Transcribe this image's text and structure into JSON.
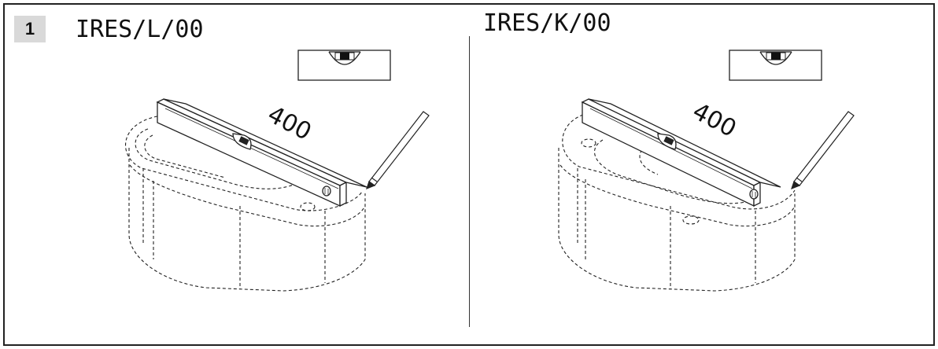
{
  "step": {
    "number": "1"
  },
  "panels": [
    {
      "code": "IRES/L/00",
      "dimension": "400"
    },
    {
      "code": "IRES/K/00",
      "dimension": "400"
    }
  ]
}
